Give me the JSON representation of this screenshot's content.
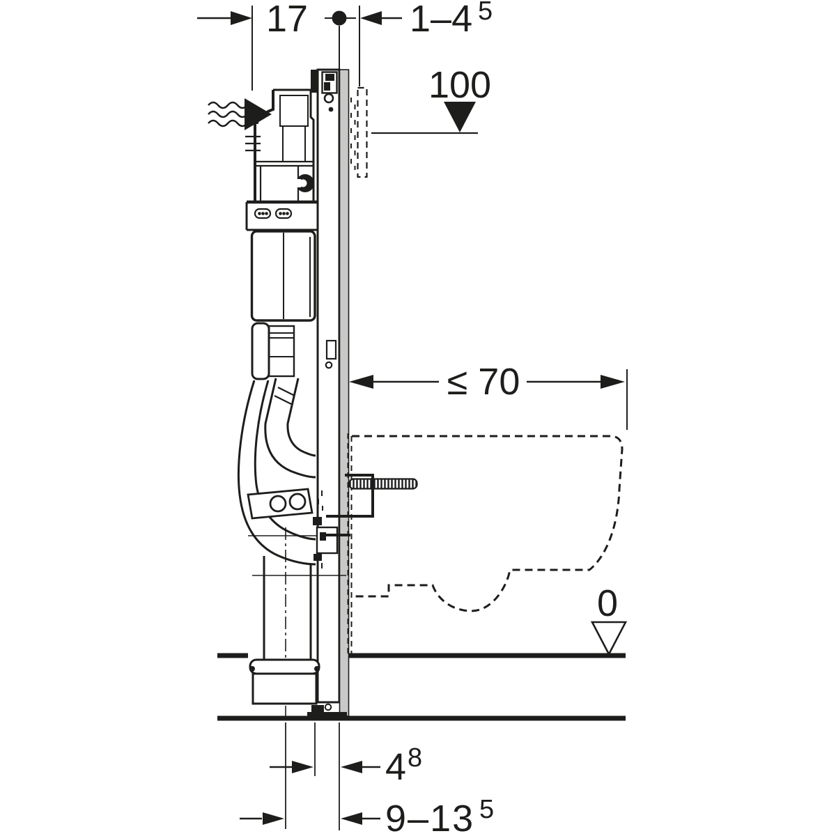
{
  "diagram": {
    "dimensions": {
      "top_offset": {
        "label": "17"
      },
      "wall_finish": {
        "base": "1–4",
        "sup": "5"
      },
      "height": {
        "label": "100"
      },
      "depth": {
        "label": "≤ 70"
      },
      "floor_level": {
        "label": "0"
      },
      "front": {
        "base": "4",
        "sup": "8"
      },
      "floor_build": {
        "base": "9–13",
        "sup": "5"
      }
    },
    "colors": {
      "line": "#1d1d1b",
      "panel_gray": "#c9c9c9",
      "background": "#ffffff"
    }
  }
}
